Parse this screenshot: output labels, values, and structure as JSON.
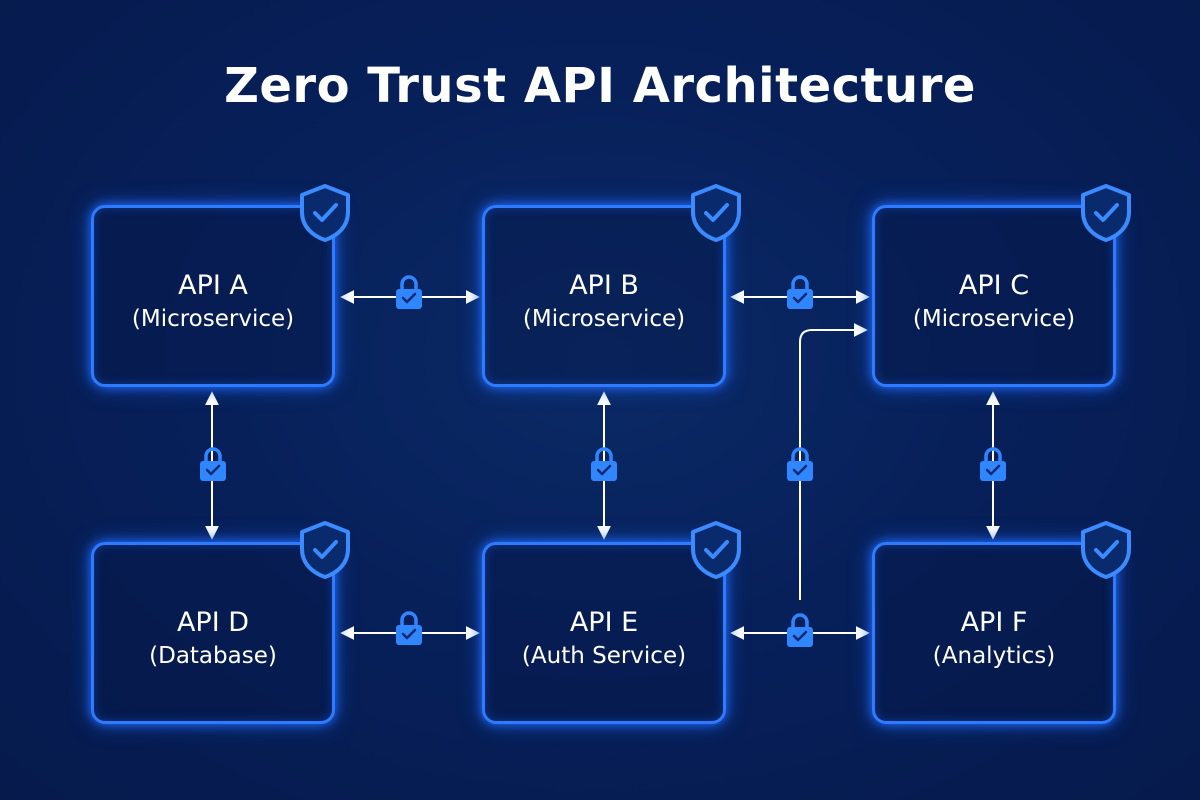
{
  "title": "Zero Trust API Architecture",
  "nodes": [
    {
      "name": "API A",
      "role": "(Microservice)"
    },
    {
      "name": "API B",
      "role": "(Microservice)"
    },
    {
      "name": "API C",
      "role": "(Microservice)"
    },
    {
      "name": "API D",
      "role": "(Database)"
    },
    {
      "name": "API E",
      "role": "(Auth Service)"
    },
    {
      "name": "API F",
      "role": "(Analytics)"
    }
  ],
  "connections": [
    {
      "from": "API A",
      "to": "API B",
      "secured": true
    },
    {
      "from": "API B",
      "to": "API C",
      "secured": true
    },
    {
      "from": "API D",
      "to": "API E",
      "secured": true
    },
    {
      "from": "API E",
      "to": "API F",
      "secured": true
    },
    {
      "from": "API A",
      "to": "API D",
      "secured": true
    },
    {
      "from": "API B",
      "to": "API E",
      "secured": true
    },
    {
      "from": "API C",
      "to": "API F",
      "secured": true
    },
    {
      "from": "API E",
      "to": "API C",
      "secured": true
    }
  ],
  "icons": {
    "node_badge": "shield-check-icon",
    "connection_badge": "padlock-check-icon"
  },
  "colors": {
    "background": "#061a4c",
    "accent": "#2f7bff",
    "text": "#ffffff"
  }
}
